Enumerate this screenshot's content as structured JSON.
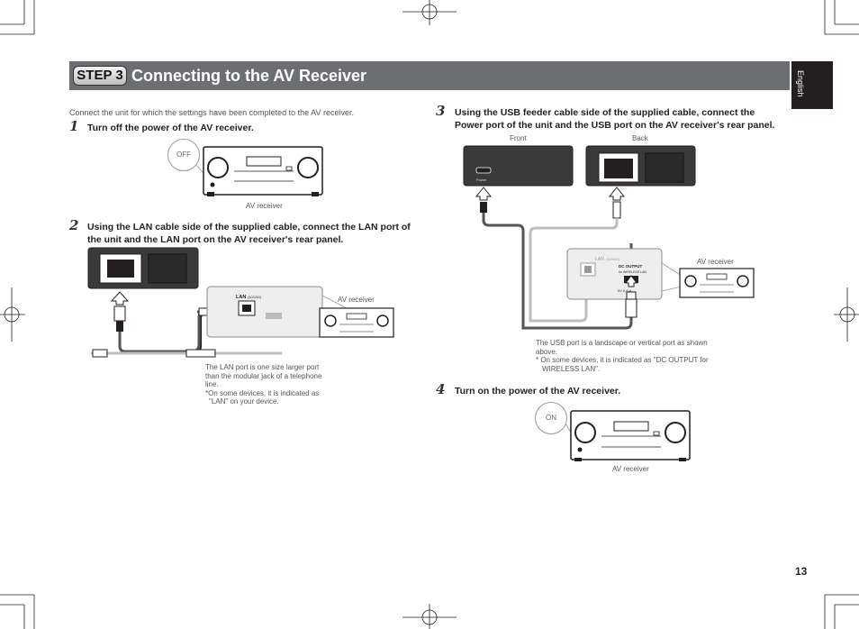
{
  "header": {
    "step_badge": "STEP 3",
    "title": "Connecting to the AV Receiver",
    "language_tab": "English"
  },
  "intro": "Connect the unit for which the settings have been completed to the AV receiver.",
  "steps": [
    {
      "number": "1",
      "text": "Turn off the power of the AV receiver."
    },
    {
      "number": "2",
      "text_line1": "Using the LAN cable side of the supplied cable, connect the LAN port of",
      "text_line2": "the unit and the LAN port on the AV receiver's rear panel."
    },
    {
      "number": "3",
      "text_line1": "Using the USB feeder cable side of the supplied cable, connect the",
      "text_line2": "Power port of the unit and the USB port on the AV receiver's rear panel."
    },
    {
      "number": "4",
      "text": "Turn on the power of the AV receiver."
    }
  ],
  "step1": {
    "bubble": "OFF",
    "caption": "AV receiver"
  },
  "step2": {
    "caption": "AV receiver",
    "port_label": "LAN",
    "port_sublabel": "(10/100)",
    "note_lines": [
      "The LAN port is one size larger port",
      "than the modular jack of a telephone",
      "line.",
      "*On some devices, it is indicated as",
      "\"LAN\" on your device."
    ]
  },
  "step3": {
    "front_label": "Front",
    "back_label": "Back",
    "caption": "AV receiver",
    "power_label": "Power",
    "port_label": "LAN",
    "port_sublabel": "(10/100)",
    "dc_label": "DC OUTPUT",
    "dc_sub": "for WIRELESS LAN",
    "dc_rating": "5V  0.6 A",
    "note_lines": [
      "The USB port is a landscape or vertical port as shown",
      "above.",
      "* On some devices, it is indicated as \"DC OUTPUT for",
      "WIRELESS LAN\"."
    ]
  },
  "step4": {
    "bubble": "ON",
    "caption": "AV receiver"
  },
  "page_number": "13"
}
